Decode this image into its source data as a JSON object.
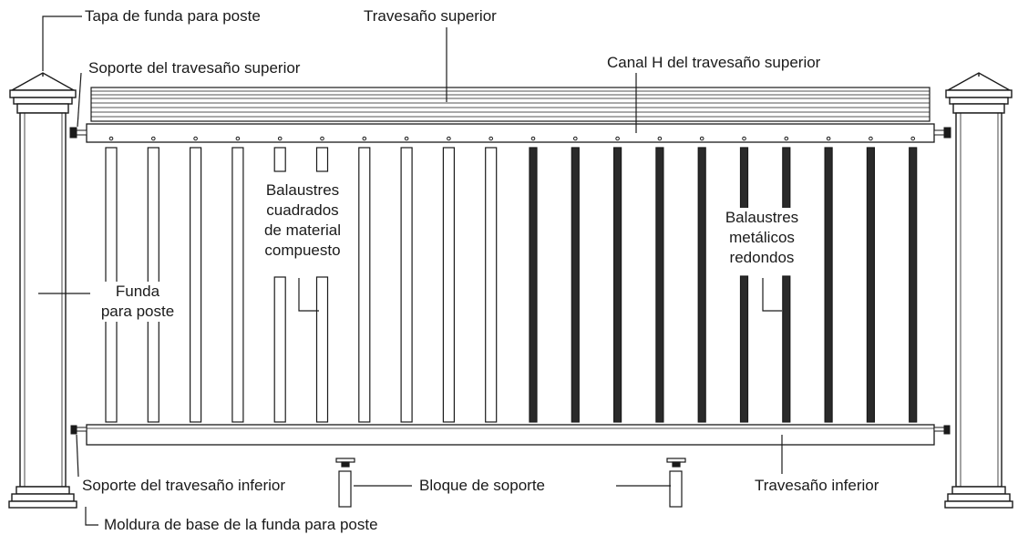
{
  "labels": {
    "post_cap": "Tapa de funda para poste",
    "top_rail": "Travesaño superior",
    "top_rail_bracket": "Soporte del travesaño superior",
    "top_rail_h_channel": "Canal H del travesaño superior",
    "composite_balusters": [
      "Balaustres",
      "cuadrados",
      "de material",
      "compuesto"
    ],
    "metal_balusters": [
      "Balaustres",
      "metálicos",
      "redondos"
    ],
    "post_sleeve": [
      "Funda",
      "para poste"
    ],
    "bottom_rail_bracket": "Soporte del travesaño inferior",
    "support_block": "Bloque de soporte",
    "bottom_rail": "Travesaño inferior",
    "base_trim": "Moldura de base de la funda para poste"
  },
  "colors": {
    "line": "#1a1a1a",
    "fill": "#ffffff",
    "metal_baluster": "#2a2a2a",
    "shade": "#e6e6e6"
  },
  "balusters": {
    "composite_count": 10,
    "metal_count": 10
  }
}
